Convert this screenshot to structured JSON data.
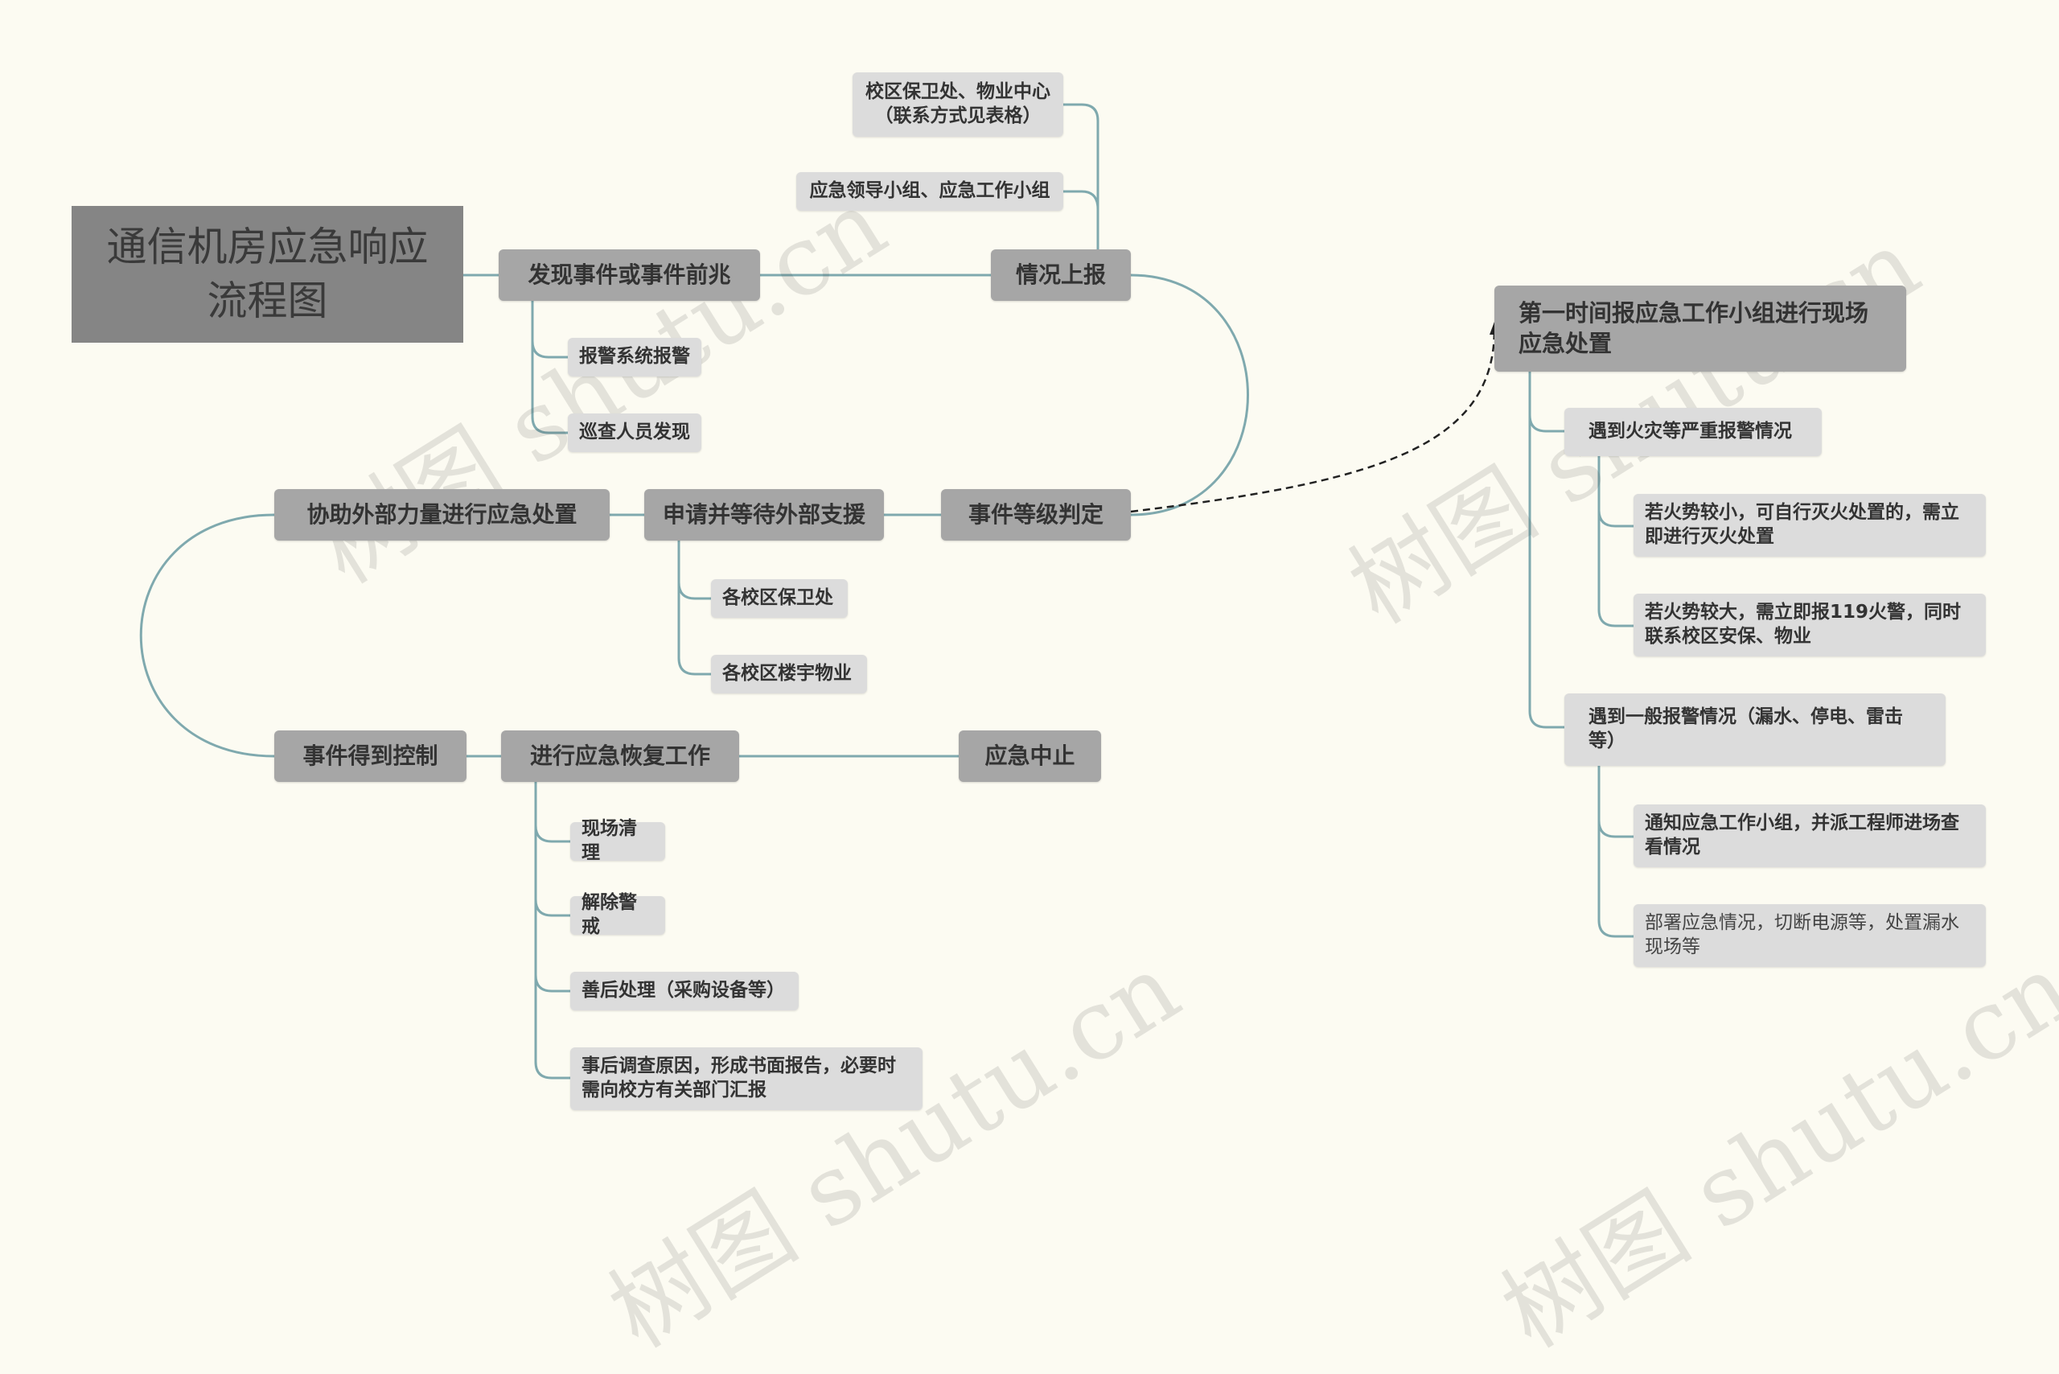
{
  "title": "通信机房应急响应流程图",
  "title_lines": [
    "通信机房应急响应",
    "流程图"
  ],
  "watermark": "树图 shutu.cn",
  "nodes": {
    "discover": "发现事件或事件前兆",
    "alarm_system": "报警系统报警",
    "patrol": "巡查人员发现",
    "report": "情况上报",
    "campus_security_line1": "校区保卫处、物业中心",
    "campus_security_line2": "（联系方式见表格）",
    "leadership_group": "应急领导小组、应急工作小组",
    "grading": "事件等级判定",
    "apply_support": "申请并等待外部支援",
    "campus_guard": "各校区保卫处",
    "campus_property": "各校区楼宇物业",
    "assist_external": "协助外部力量进行应急处置",
    "controlled": "事件得到控制",
    "recovery": "进行应急恢复工作",
    "terminate": "应急中止",
    "cleanup": "现场清理",
    "lift_alert": "解除警戒",
    "aftermath": "善后处理（采购设备等）",
    "investigation_line1": "事后调查原因，形成书面报告，必要时",
    "investigation_line2": "需向校方有关部门汇报",
    "first_response_line1": "第一时间报应急工作小组进行现场",
    "first_response_line2": "应急处置",
    "fire_alarm": "遇到火灾等严重报警情况",
    "small_fire_line1": "若火势较小，可自行灭火处置的，需立",
    "small_fire_line2": "即进行灭火处置",
    "big_fire_line1": "若火势较大，需立即报119火警，同时",
    "big_fire_line2": "联系校区安保、物业",
    "general_alarm_line1": "遇到一般报警情况（漏水、停电、雷击",
    "general_alarm_line2": "等）",
    "notify_group_line1": "通知应急工作小组，并派工程师进场查",
    "notify_group_line2": "看情况",
    "deploy_line1": "部署应急情况，切断电源等，处置漏水",
    "deploy_line2": "现场等"
  },
  "colors": {
    "background": "#fcfbf2",
    "root": "#858585",
    "main_node": "#a6a6a6",
    "sub_node": "#dcdcdc",
    "connector": "#7fa9ae",
    "dashed_connector": "#222222"
  }
}
